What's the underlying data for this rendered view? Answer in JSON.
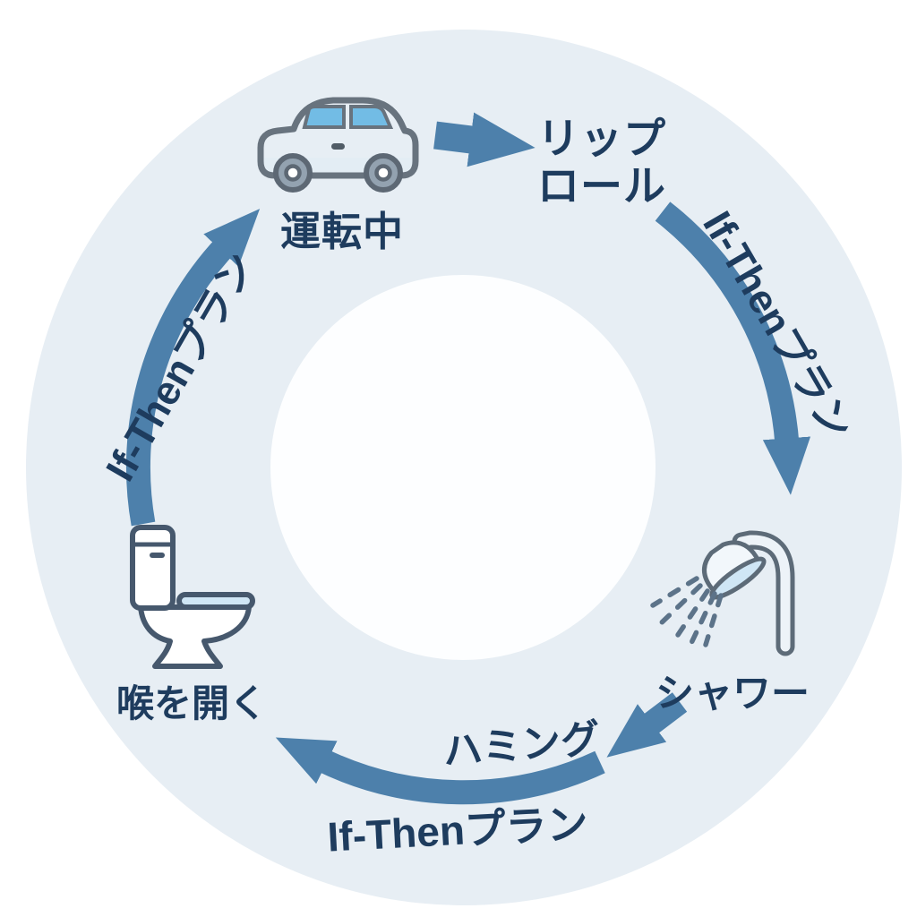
{
  "diagram": {
    "kind": "circular-cycle",
    "cycle": {
      "steps": [
        {
          "id": "driving",
          "icon": "car-icon",
          "label": "運転中"
        },
        {
          "id": "lip-roll",
          "icon": null,
          "label": "リップロール",
          "label_line1": "リップ",
          "label_line2": "ロール"
        },
        {
          "id": "shower",
          "icon": "shower-icon",
          "label": "シャワー"
        },
        {
          "id": "humming",
          "icon": null,
          "label": "ハミング"
        },
        {
          "id": "open-throat",
          "icon": "toilet-icon",
          "label": "喉を開く"
        }
      ],
      "transition_labels": {
        "right": "If-Thenプラン",
        "bottom": "If-Thenプラン",
        "left": "If-Thenプラン"
      },
      "flow_direction": "clockwise"
    },
    "colors": {
      "background": "#ffffff",
      "ring": "#e7eef4",
      "ring_hole": "#fdfeff",
      "arrow": "#4d80ab",
      "text": "#1e3c5e",
      "icon_outline_gray": "#68737e",
      "icon_outline_slate": "#46586d",
      "accent_light_blue": "#cfe6f5",
      "window_blue": "#72bce5",
      "wheel_gray": "#93a2b0"
    }
  }
}
